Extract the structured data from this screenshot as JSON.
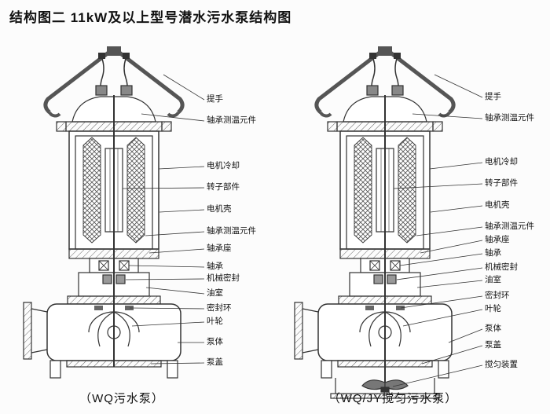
{
  "title": "结构图二  11kW及以上型号潜水污水泵结构图",
  "colors": {
    "line": "#333333",
    "background": "#fcfcfc"
  },
  "left_diagram": {
    "caption": "（WQ污水泵）",
    "labels": [
      "提手",
      "轴承测温元件",
      "电机冷却",
      "转子部件",
      "电机壳",
      "轴承测温元件",
      "轴承座",
      "轴承",
      "机械密封",
      "油室",
      "密封环",
      "叶轮",
      "泵体",
      "泵盖"
    ]
  },
  "right_diagram": {
    "caption": "（WQ/JY搅匀污水泵）",
    "labels": [
      "提手",
      "轴承测温元件",
      "电机冷却",
      "转子部件",
      "电机壳",
      "轴承测温元件",
      "轴承座",
      "轴承",
      "机械密封",
      "油室",
      "密封环",
      "叶轮",
      "泵体",
      "泵盖",
      "搅匀装置"
    ]
  }
}
